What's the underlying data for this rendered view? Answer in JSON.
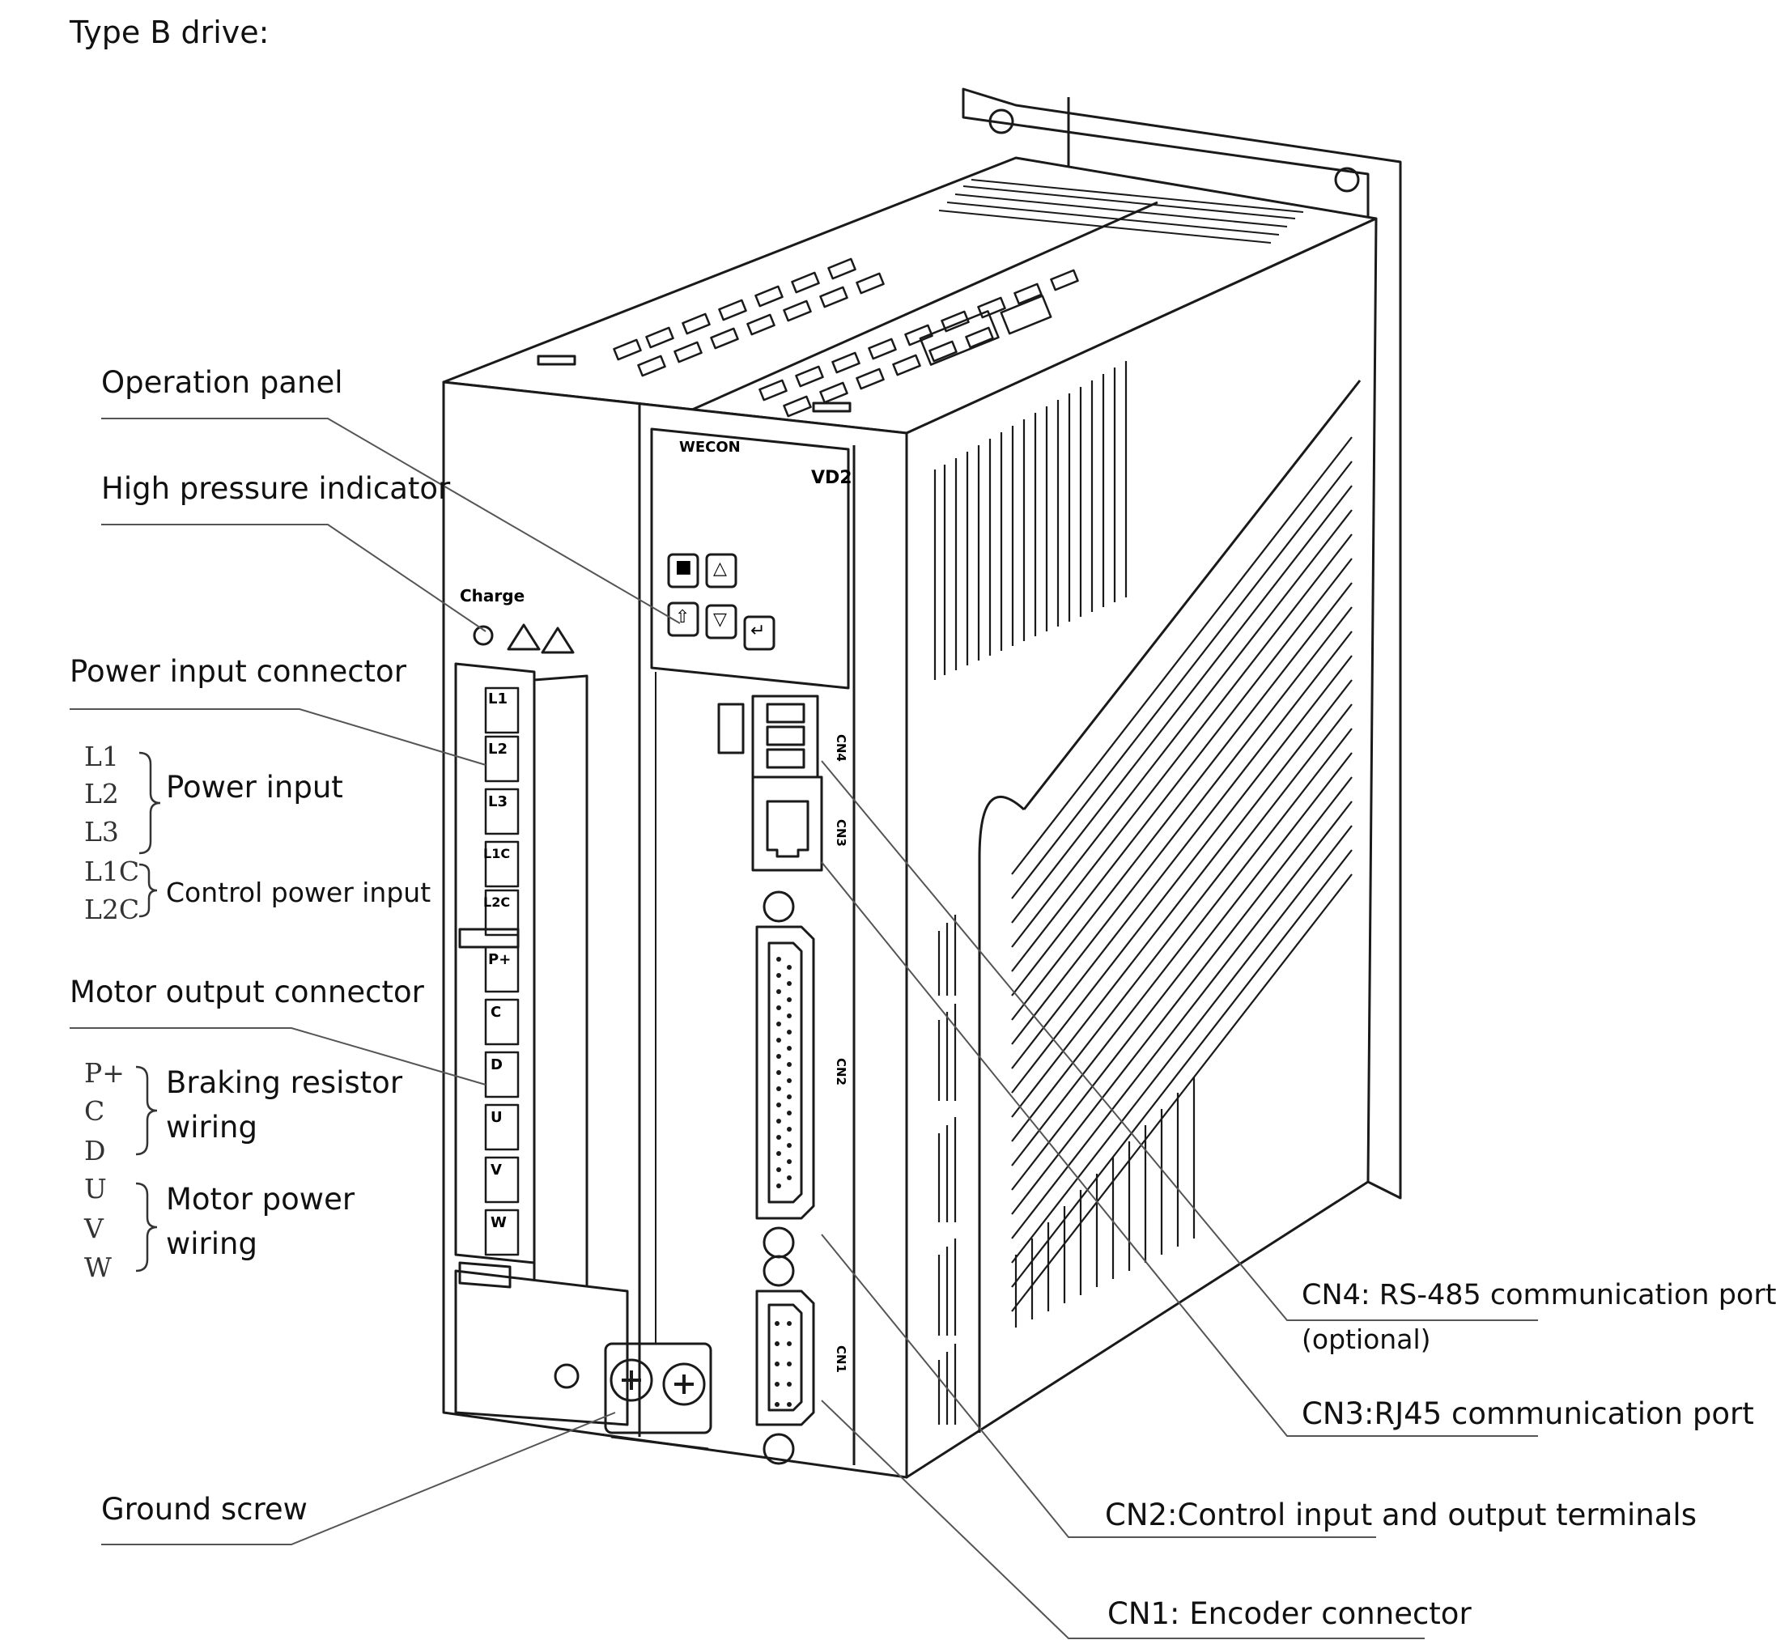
{
  "caption": "Type B drive:",
  "device": {
    "brand": "WECON",
    "model": "VD2",
    "charge_label": "Charge",
    "keypad_symbols": [
      "■",
      "△",
      "⇧",
      "▽",
      "↵"
    ],
    "terminal_labels": [
      "L1",
      "L2",
      "L3",
      "L1C",
      "L2C",
      "P+",
      "C",
      "D",
      "U",
      "V",
      "W"
    ],
    "port_labels": [
      "CN4",
      "CN3",
      "CN2",
      "CN1"
    ]
  },
  "callouts_left": {
    "operation_panel": "Operation panel",
    "high_pressure_indicator": "High pressure indicator",
    "power_input_connector": "Power input connector",
    "power_input_terms": [
      "L1",
      "L2",
      "L3"
    ],
    "power_input": "Power input",
    "control_power_terms": [
      "L1C",
      "L2C"
    ],
    "control_power_input": "Control power input",
    "motor_output_connector": "Motor output connector",
    "braking_terms": [
      "P+",
      "C",
      "D"
    ],
    "braking_resistor_1": "Braking resistor",
    "braking_resistor_2": "wiring",
    "motor_terms": [
      "U",
      "V",
      "W"
    ],
    "motor_power_1": "Motor power",
    "motor_power_2": "wiring",
    "ground_screw": "Ground screw"
  },
  "callouts_right": {
    "cn4_1": "CN4: RS-485 communication port",
    "cn4_2": "(optional)",
    "cn3": "CN3:RJ45 communication port",
    "cn2": "CN2:Control input and output terminals",
    "cn1": "CN1: Encoder connector"
  }
}
